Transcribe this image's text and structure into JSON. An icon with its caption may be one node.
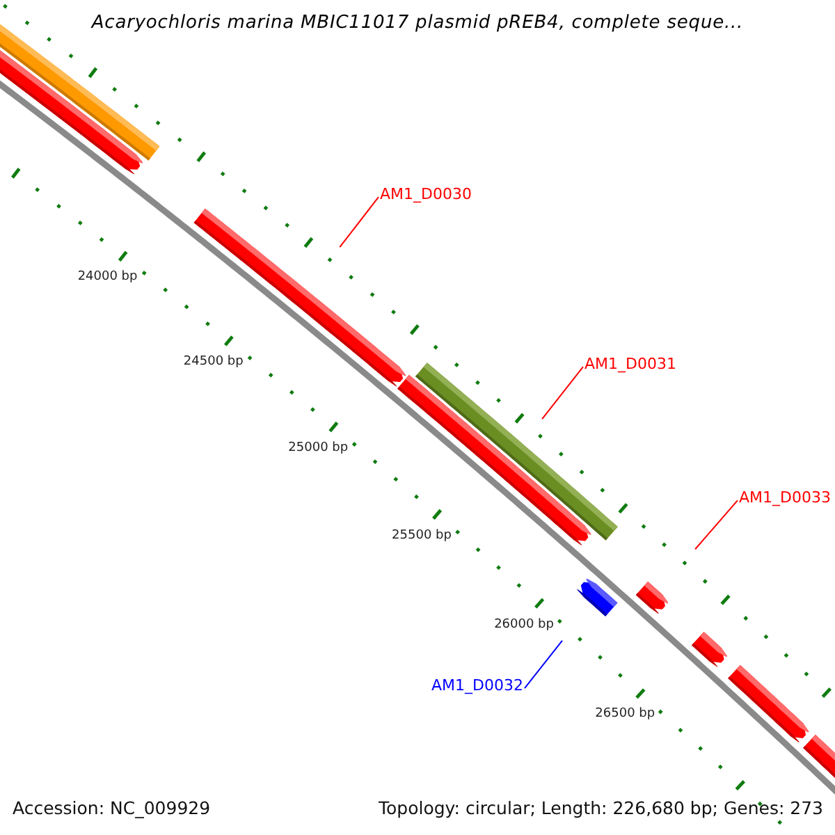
{
  "diagram": {
    "title": "Acaryochloris marina MBIC11017 plasmid pREB4, complete seque...",
    "nodes": [
      {
        "text": [],
        "shape": "bar"
      },
      {
        "text": [],
        "shape": "bar"
      },
      {
        "text": [
          "AM1_D0030"
        ]
      },
      {
        "text": [],
        "shape": "bar"
      },
      {
        "text": [
          "AM1_D0031"
        ]
      },
      {
        "text": [],
        "shape": "bar"
      },
      {
        "text": [],
        "shape": "bar"
      },
      {
        "text": [
          "AM1_D0032"
        ]
      },
      {
        "text": [],
        "shape": "bar"
      },
      {
        "text": [
          "AM1_D0033"
        ]
      },
      {
        "text": [],
        "shape": "bar"
      },
      {
        "text": [],
        "shape": "bar"
      },
      {
        "text": [],
        "shape": "bar"
      },
      {
        "text": [],
        "shape": "bar"
      }
    ],
    "edges": [
      {
        "from": 2,
        "to": 3,
        "arrow": "none"
      },
      {
        "from": 4,
        "to": 5,
        "arrow": "none"
      },
      {
        "from": 9,
        "to": 10,
        "arrow": "none"
      },
      {
        "from": 7,
        "to": 8,
        "arrow": "none",
        "color": "#0000ff"
      }
    ],
    "labels": [
      "24000 bp",
      "24500 bp",
      "25000 bp",
      "25500 bp",
      "26000 bp",
      "26500 bp",
      "Accession: NC_009929",
      "Topology: circular; Length: 226,680 bp; Genes: 273"
    ]
  }
}
